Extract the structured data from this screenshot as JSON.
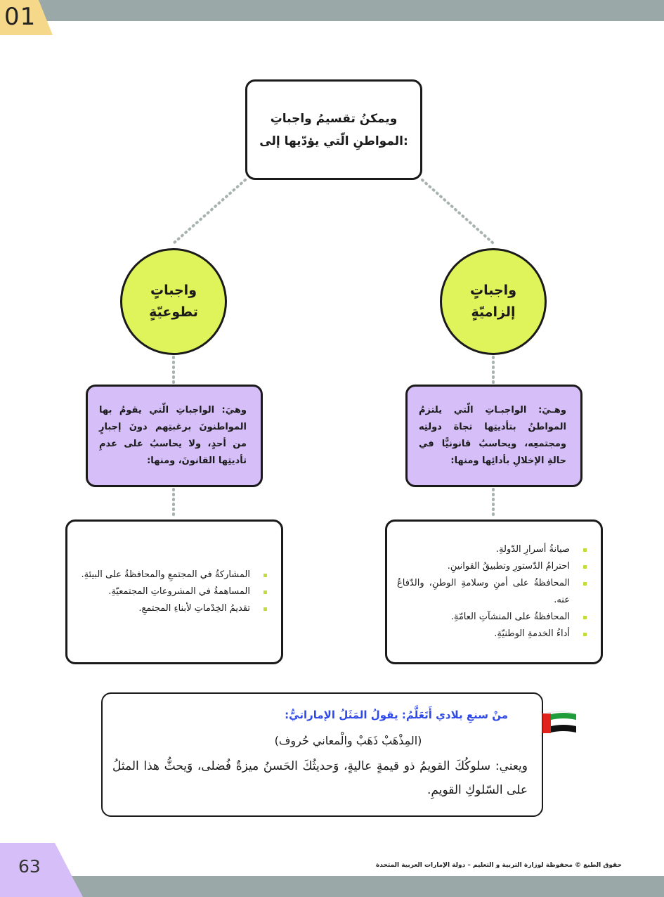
{
  "chapter": {
    "number": "01"
  },
  "top_box": {
    "line1": "ويمكنُ تقسيمُ واجباتِ",
    "line2": "المواطنِ الّتي يؤدّيها إلى:"
  },
  "circles": {
    "right": {
      "line1": "واجباتٍ",
      "line2": "إلزاميّةٍ"
    },
    "left": {
      "line1": "واجباتٍ",
      "line2": "تطوعيّةٍ"
    }
  },
  "definitions": {
    "right": "وهـيَ: الواجبـاتِ الّتي يلتزمُ المواطنُ بتأديتِها تجاهَ دولتِه ومجتمعِه، ويحاسبُ قانونيًّا في حالةِ الإخلالِ بأدائِها ومنها:",
    "left": "وهيَ: الواجباتِ الّتي يقومُ بها المواطنونَ برغبتِهم دونَ إجبارٍ من أحدٍ، ولا يحاسبُ على عدمِ تأديتِها القانونَ، ومنها:"
  },
  "lists": {
    "right": [
      "صيانةُ أسرارِ الدّولةِ.",
      "احترامُ الدّستورِ وتطبيقُ القوانينِ.",
      "المحافظةُ على أمنِ وسلامةِ الوطنِ، والدّفاعُ عنه.",
      "المحافظةُ على المنشآتِ العامّةِ.",
      "أداءُ الخدمةِ الوطنيّةِ."
    ],
    "left": [
      "المشاركةُ في المجتمعِ والمحافظةُ على البيئةِ.",
      "المساهمةُ في المشروعاتِ المجتمعيّةِ.",
      "تقديمُ الخِدْماتِ لأبناءِ المجتمعِ."
    ]
  },
  "proverb": {
    "heading": "منْ سنعِ بلادي أَتَعَلَّمُ: يقولُ المَثَلُ الإماراتيُّ:",
    "quote": "(المِذْهَبْ ذَهَبْ والْمعاني حُروف)",
    "body": "ويعني: سلوكُكَ القويمُ ذو قيمةٍ عاليةٍ، وَحديثُكَ الحَسنُ ميزةٌ فُضلى، وَيحثُّ هذا المثلُ على السّلوكِ القويمِ."
  },
  "footer": {
    "page_number": "63",
    "copyright": "حقوق الطبع © محفوظة لوزارة التربية و التعليم – دولة الإمارات العربية المتحدة"
  },
  "colors": {
    "bar": "#9aa9a7",
    "chapter_tab": "#f6d88a",
    "circle": "#dff35a",
    "purple": "#d6bff8",
    "bullet": "#c4dc38",
    "heading_blue": "#2f49e8"
  },
  "icons": {
    "flag": "uae-flag-icon"
  }
}
